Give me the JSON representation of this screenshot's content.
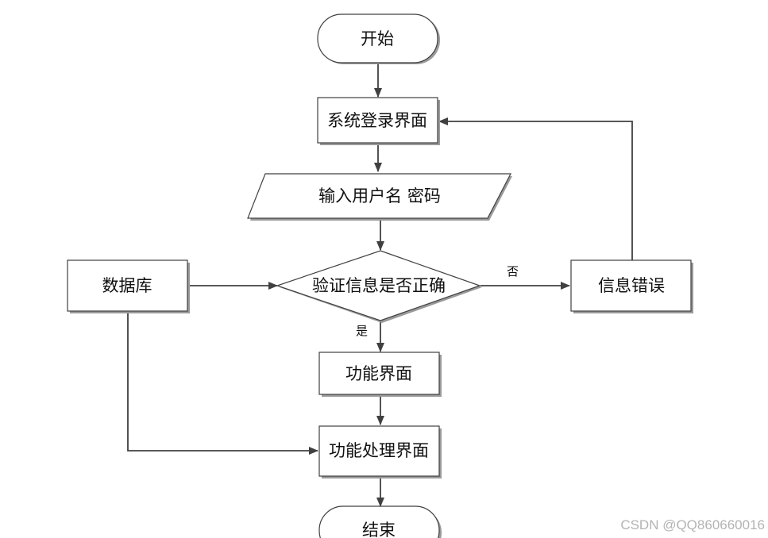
{
  "nodes": {
    "start": "开始",
    "login_page": "系统登录界面",
    "input_credentials": "输入用户名 密码",
    "verify": "验证信息是否正确",
    "database": "数据库",
    "error": "信息错误",
    "function_page": "功能界面",
    "function_process": "功能处理界面",
    "end": "结束"
  },
  "edge_labels": {
    "no": "否",
    "yes": "是"
  },
  "watermark": "CSDN @QQ860660016",
  "colors": {
    "line": "#404040",
    "shadow": "#9a9a9a",
    "watermark": "#b3b3b3"
  }
}
